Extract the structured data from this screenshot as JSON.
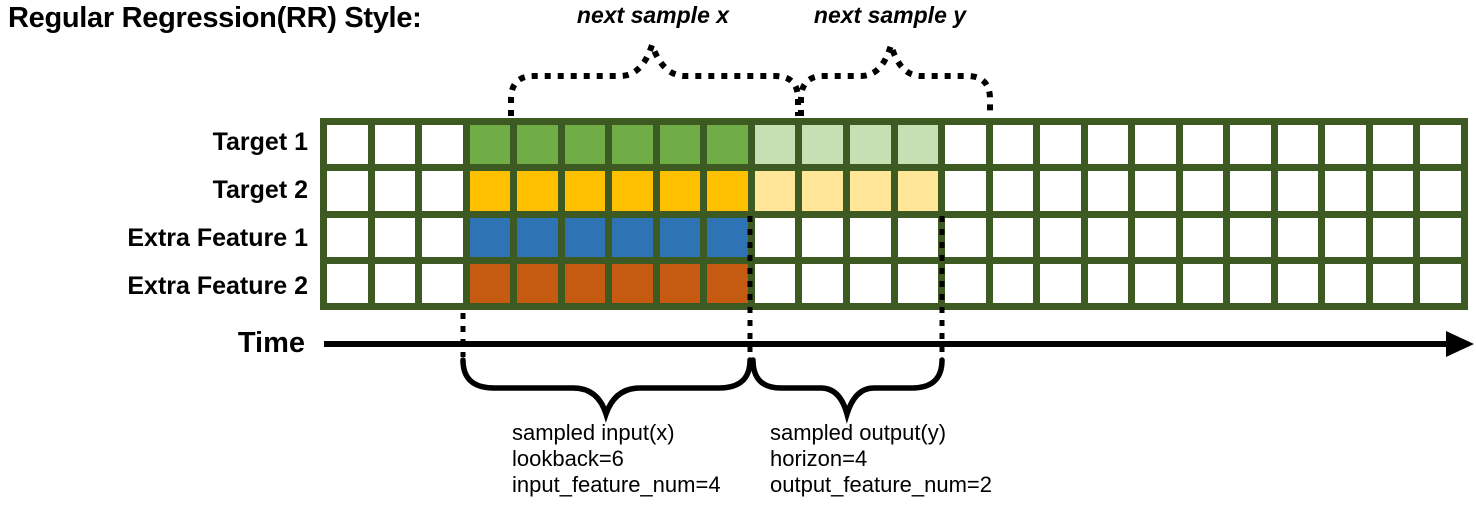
{
  "title": "Regular Regression(RR) Style:",
  "labels": {
    "next_sample_x": "next sample x",
    "next_sample_y": "next sample y"
  },
  "time_axis": {
    "label": "Time"
  },
  "grid": {
    "columns": 24,
    "input_start_col": 3,
    "lookback": 6,
    "horizon": 4,
    "rows": [
      {
        "label": "Target 1",
        "input_color": "green",
        "output_color": "light_green"
      },
      {
        "label": "Target 2",
        "input_color": "yellow",
        "output_color": "light_yellow"
      },
      {
        "label": "Extra Feature 1",
        "input_color": "blue",
        "output_color": null
      },
      {
        "label": "Extra Feature 2",
        "input_color": "orange",
        "output_color": null
      }
    ]
  },
  "annotations": {
    "input_lines": [
      "sampled input(x)",
      "lookback=6",
      "input_feature_num=4"
    ],
    "output_lines": [
      "sampled output(y)",
      "horizon=4",
      "output_feature_num=2"
    ]
  },
  "colors": {
    "green": "#70AD47",
    "light_green": "#C6E0B4",
    "yellow": "#FFC000",
    "light_yellow": "#FFE699",
    "blue": "#2E74B5",
    "orange": "#C55A11",
    "grid_border": "#3D5A23",
    "ink": "#000000"
  }
}
